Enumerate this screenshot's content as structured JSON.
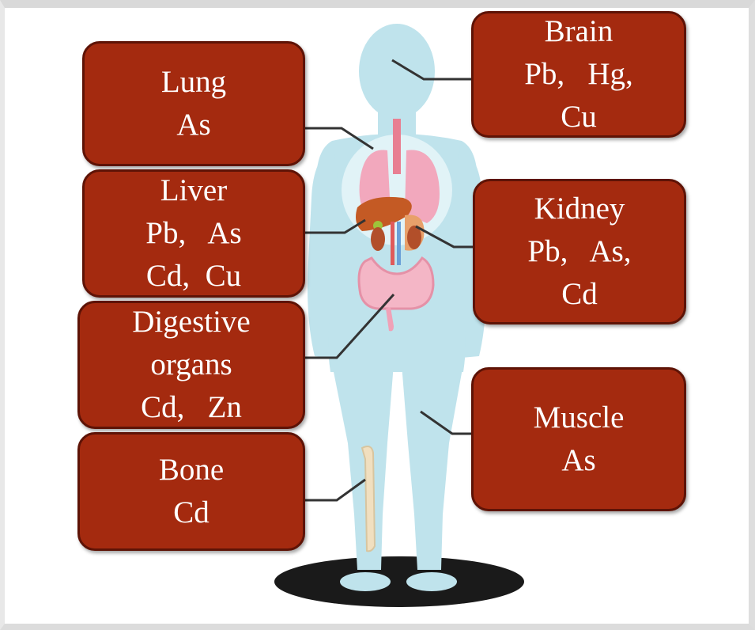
{
  "colors": {
    "box_fill": "#a42a0f",
    "box_border": "#5e1306",
    "body_fill": "#bfe3ec",
    "ground": "#1a1a1a",
    "leader": "#333333"
  },
  "labels": {
    "lung": {
      "name": "Lung",
      "elements": "As"
    },
    "liver": {
      "name": "Liver",
      "elements": "Pb,   As",
      "elements2": "Cd,  Cu"
    },
    "digestive": {
      "name": "Digestive",
      "name2": "organs",
      "elements": "Cd,   Zn"
    },
    "bone": {
      "name": "Bone",
      "elements": "Cd"
    },
    "brain": {
      "name": "Brain",
      "elements": "Pb,   Hg,",
      "elements2": "Cu"
    },
    "kidney": {
      "name": "Kidney",
      "elements": "Pb,   As,",
      "elements2": "Cd"
    },
    "muscle": {
      "name": "Muscle",
      "elements": "As"
    }
  }
}
